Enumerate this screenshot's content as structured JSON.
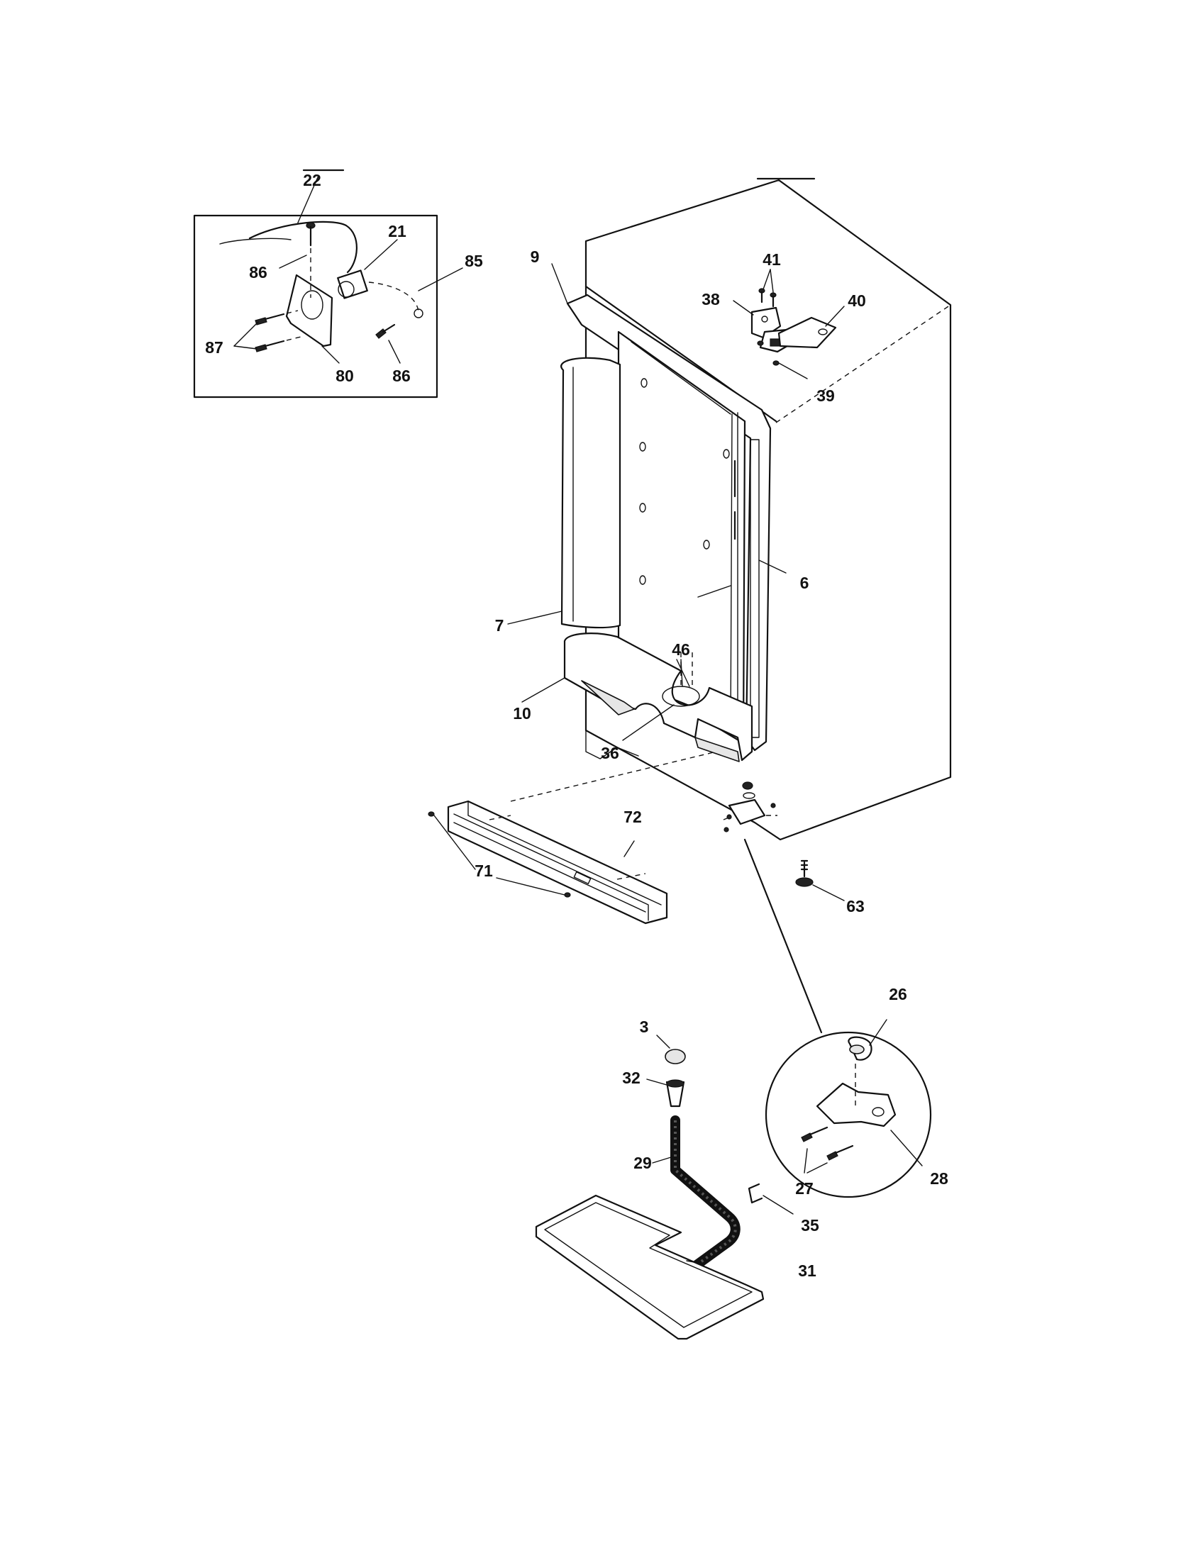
{
  "callouts": {
    "c22": "22",
    "c21": "21",
    "c86a": "86",
    "c85": "85",
    "c87": "87",
    "c80": "80",
    "c86b": "86",
    "c9": "9",
    "c41": "41",
    "c38": "38",
    "c40": "40",
    "c39": "39",
    "c6": "6",
    "c7": "7",
    "c46": "46",
    "c10": "10",
    "c36": "36",
    "c72": "72",
    "c71": "71",
    "c63": "63",
    "c26": "26",
    "c3": "3",
    "c32": "32",
    "c29": "29",
    "c27": "27",
    "c28": "28",
    "c35": "35",
    "c31": "31"
  }
}
